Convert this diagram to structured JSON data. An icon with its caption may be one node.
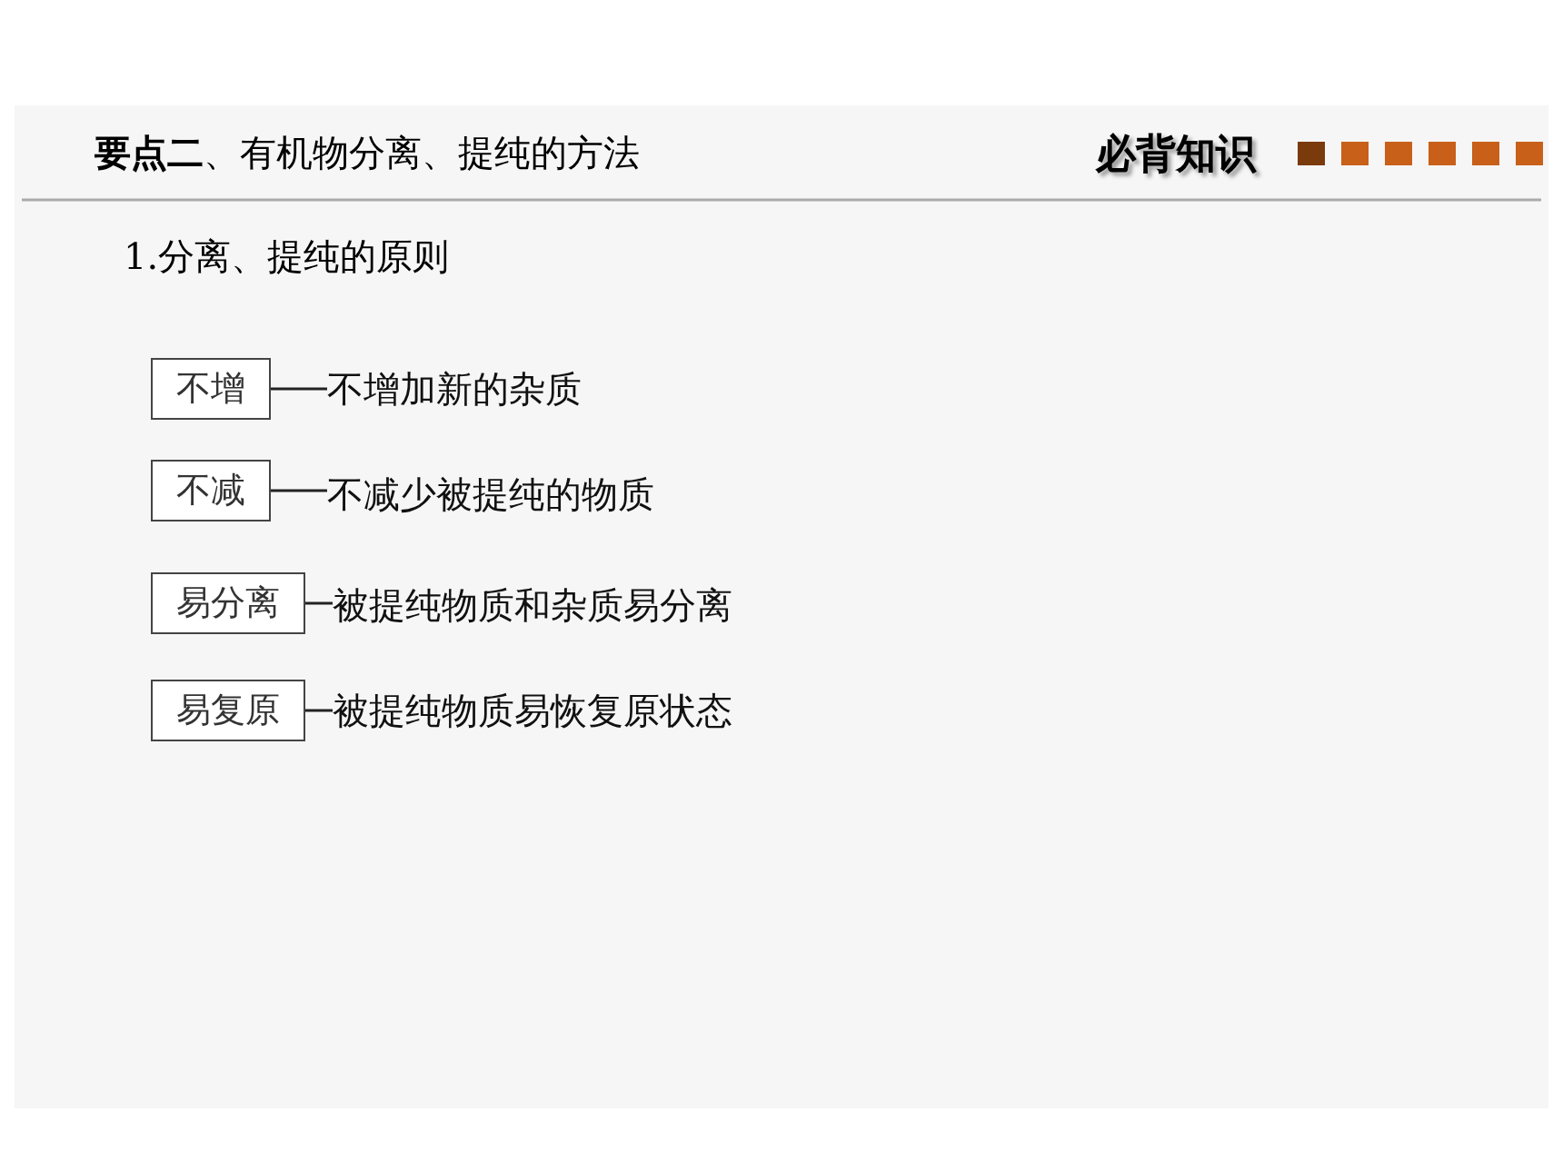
{
  "diagram": {
    "title": "**要点二**、有机物分离、提纯的方法",
    "nodes": [
      {
        "text": [
          "不增"
        ]
      },
      {
        "text": [
          "不增加新的杂质"
        ]
      },
      {
        "text": [
          "不减"
        ]
      },
      {
        "text": [
          "不减少被提纯的物质"
        ]
      },
      {
        "text": [
          "易分离"
        ]
      },
      {
        "text": [
          "被提纯物质和杂质易分离"
        ]
      },
      {
        "text": [
          "易复原"
        ]
      },
      {
        "text": [
          "被提纯物质易恢复原状态"
        ]
      }
    ],
    "edges": [
      {
        "from": 0,
        "to": 1,
        "arrow": "none"
      },
      {
        "from": 2,
        "to": 3,
        "arrow": "none"
      },
      {
        "from": 4,
        "to": 5,
        "arrow": "none"
      },
      {
        "from": 6,
        "to": 7,
        "arrow": "none"
      }
    ],
    "labels": [
      "必背知识",
      "1.分离、提纯的原则"
    ]
  }
}
